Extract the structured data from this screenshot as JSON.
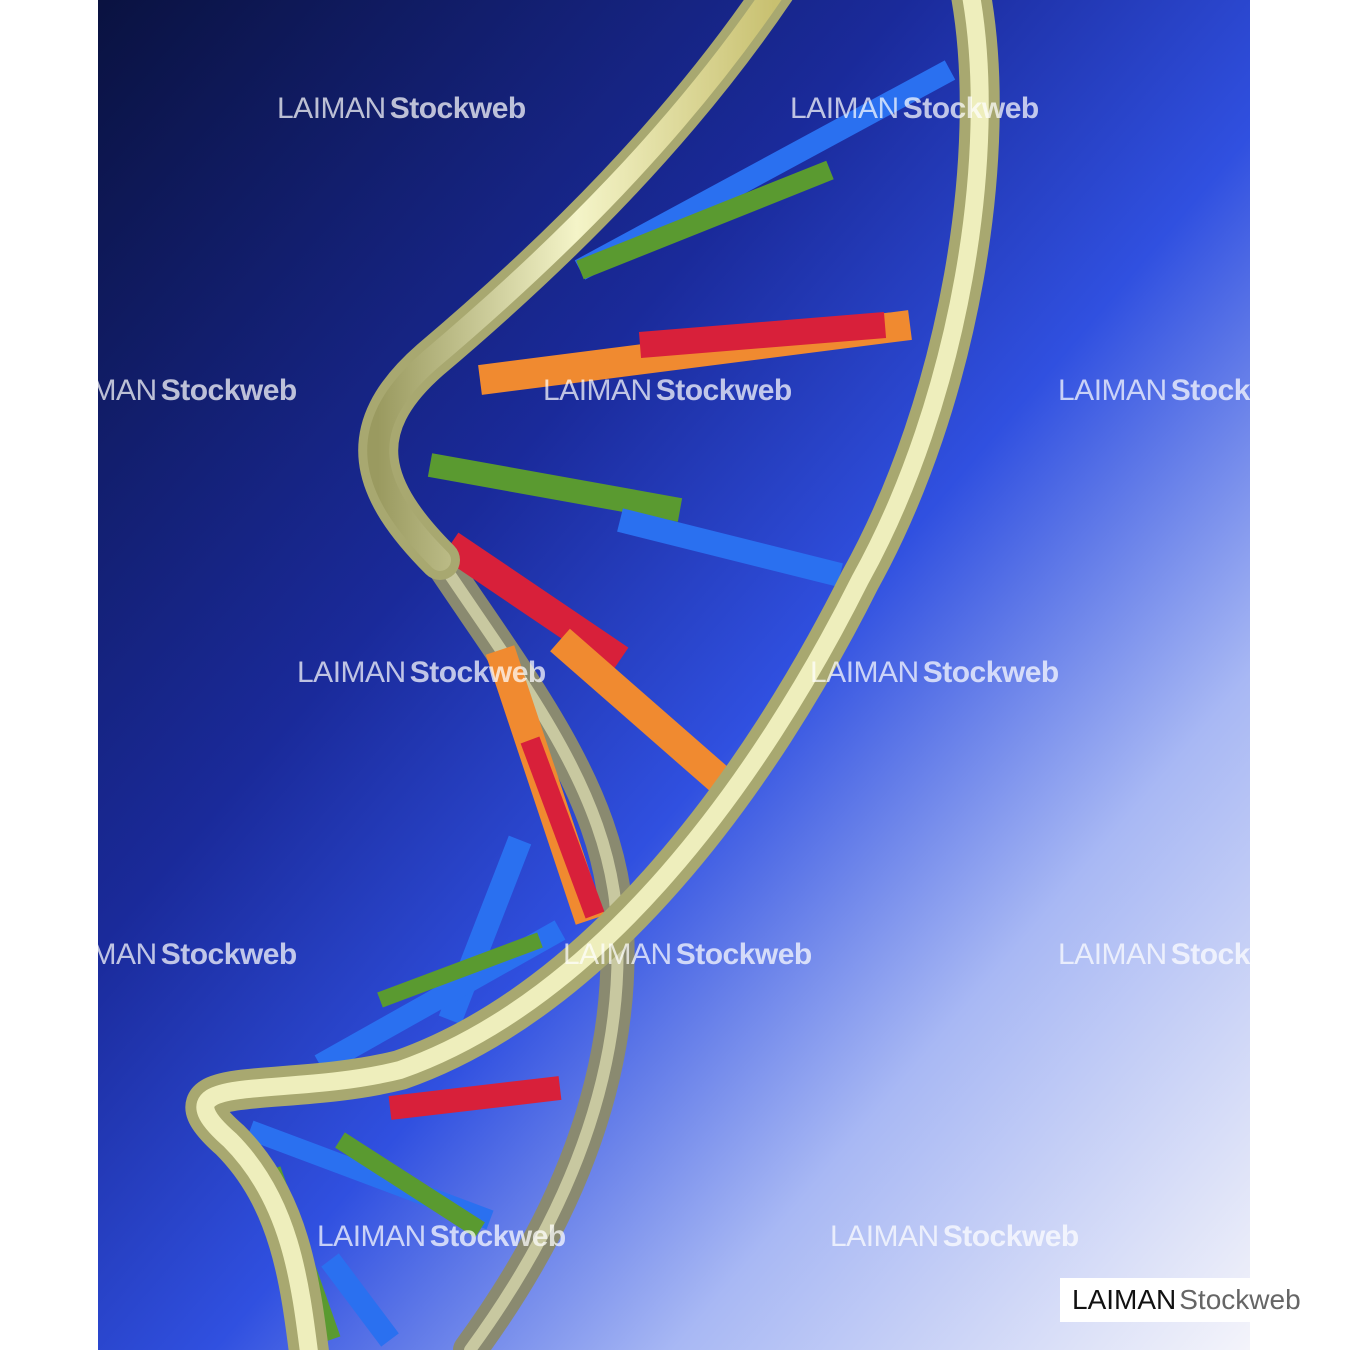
{
  "image": {
    "subject": "dna-double-helix-illustration",
    "colors": {
      "bg_dark": "#0c1550",
      "bg_mid": "#2a48d8",
      "bg_light": "#f2f3fb",
      "backbone": "#d8d890",
      "base_red": "#d8203a",
      "base_orange": "#f08a30",
      "base_green": "#5a9a30",
      "base_blue": "#2a70f0"
    }
  },
  "watermark": {
    "brand": "LAIMAN",
    "product": "Stockweb"
  },
  "logo": {
    "brand": "LAIMAN",
    "product": "Stockweb"
  }
}
